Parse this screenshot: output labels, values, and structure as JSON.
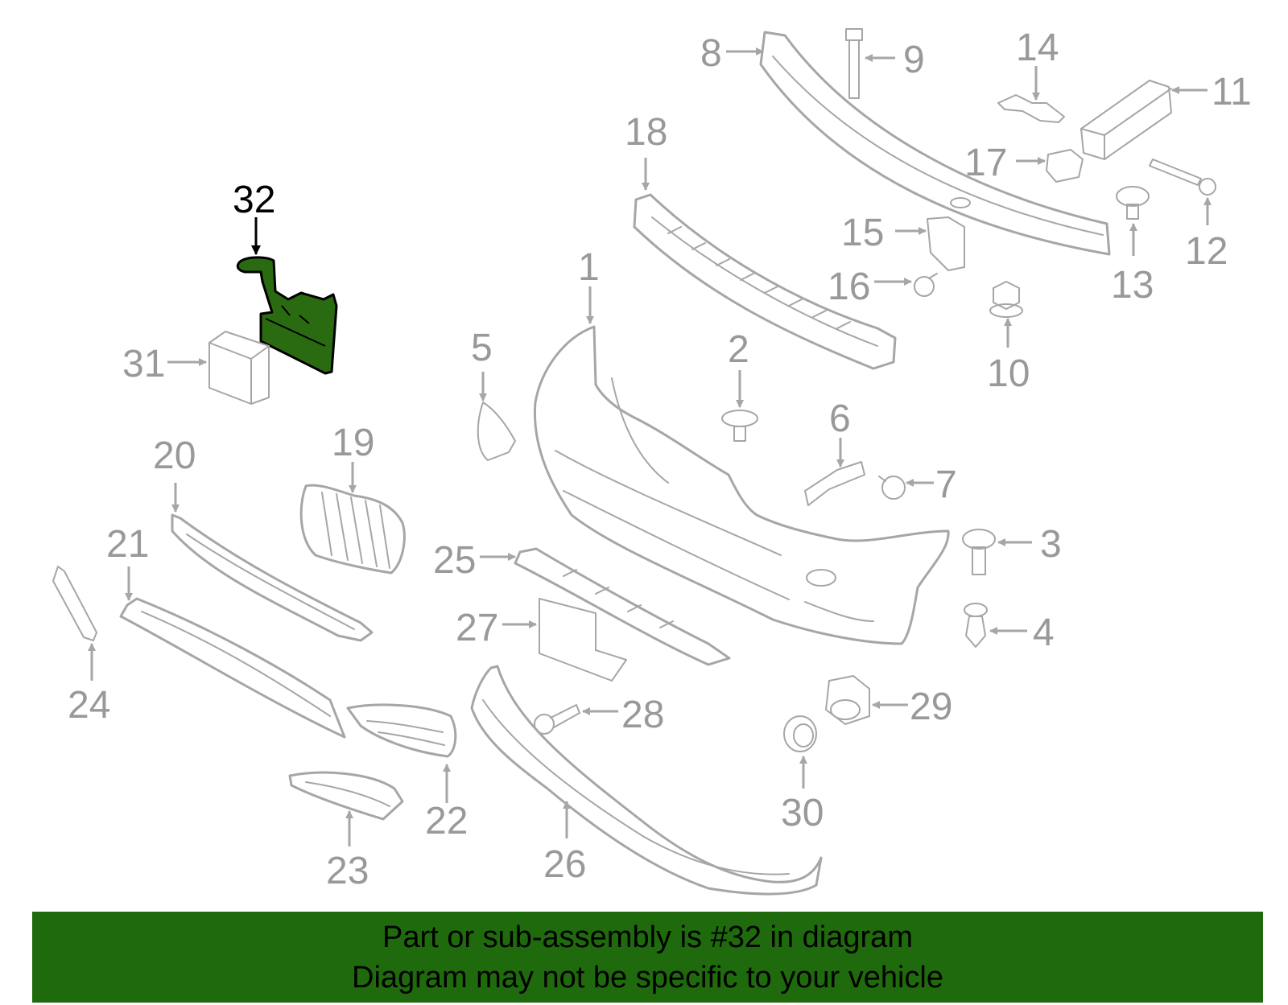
{
  "callouts": {
    "c1": "1",
    "c2": "2",
    "c3": "3",
    "c4": "4",
    "c5": "5",
    "c6": "6",
    "c7": "7",
    "c8": "8",
    "c9": "9",
    "c10": "10",
    "c11": "11",
    "c12": "12",
    "c13": "13",
    "c14": "14",
    "c15": "15",
    "c16": "16",
    "c17": "17",
    "c18": "18",
    "c19": "19",
    "c20": "20",
    "c21": "21",
    "c22": "22",
    "c23": "23",
    "c24": "24",
    "c25": "25",
    "c26": "26",
    "c27": "27",
    "c28": "28",
    "c29": "29",
    "c30": "30",
    "c31": "31",
    "c32": "32"
  },
  "highlight": {
    "part_number": "32",
    "color": "#2a6b12"
  },
  "banner": {
    "line1": "Part or sub-assembly is #32 in diagram",
    "line2": "Diagram may not be specific to your vehicle",
    "background": "#1f6a0c"
  }
}
